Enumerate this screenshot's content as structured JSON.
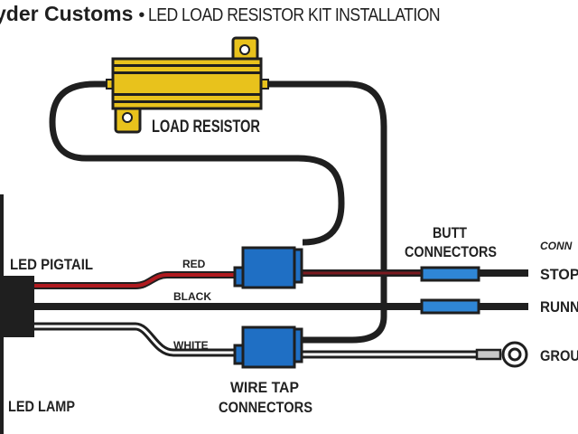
{
  "header": {
    "brand": "yder Customs",
    "bullet": "•",
    "subtitle": "LED LOAD RESISTOR KIT INSTALLATION"
  },
  "labels": {
    "load_resistor": "LOAD RESISTOR",
    "led_pigtail": "LED PIGTAIL",
    "led_lamp": "LED LAMP",
    "red": "RED",
    "black": "BLACK",
    "white": "WHITE",
    "butt_connectors_line1": "BUTT",
    "butt_connectors_line2": "CONNECTORS",
    "wire_tap_line1": "WIRE TAP",
    "wire_tap_line2": "CONNECTORS",
    "connect_heading": "CONN",
    "stop": "STOP,",
    "running": "RUNN",
    "ground": "GROU"
  },
  "colors": {
    "resistor_gold": "#e8c21c",
    "connector_blue": "#1f6fc4",
    "wire_black": "#1f1f1f",
    "wire_red": "#b01a1f",
    "butt_blue": "#2f86d6",
    "ring_gray": "#c8c8c8"
  }
}
